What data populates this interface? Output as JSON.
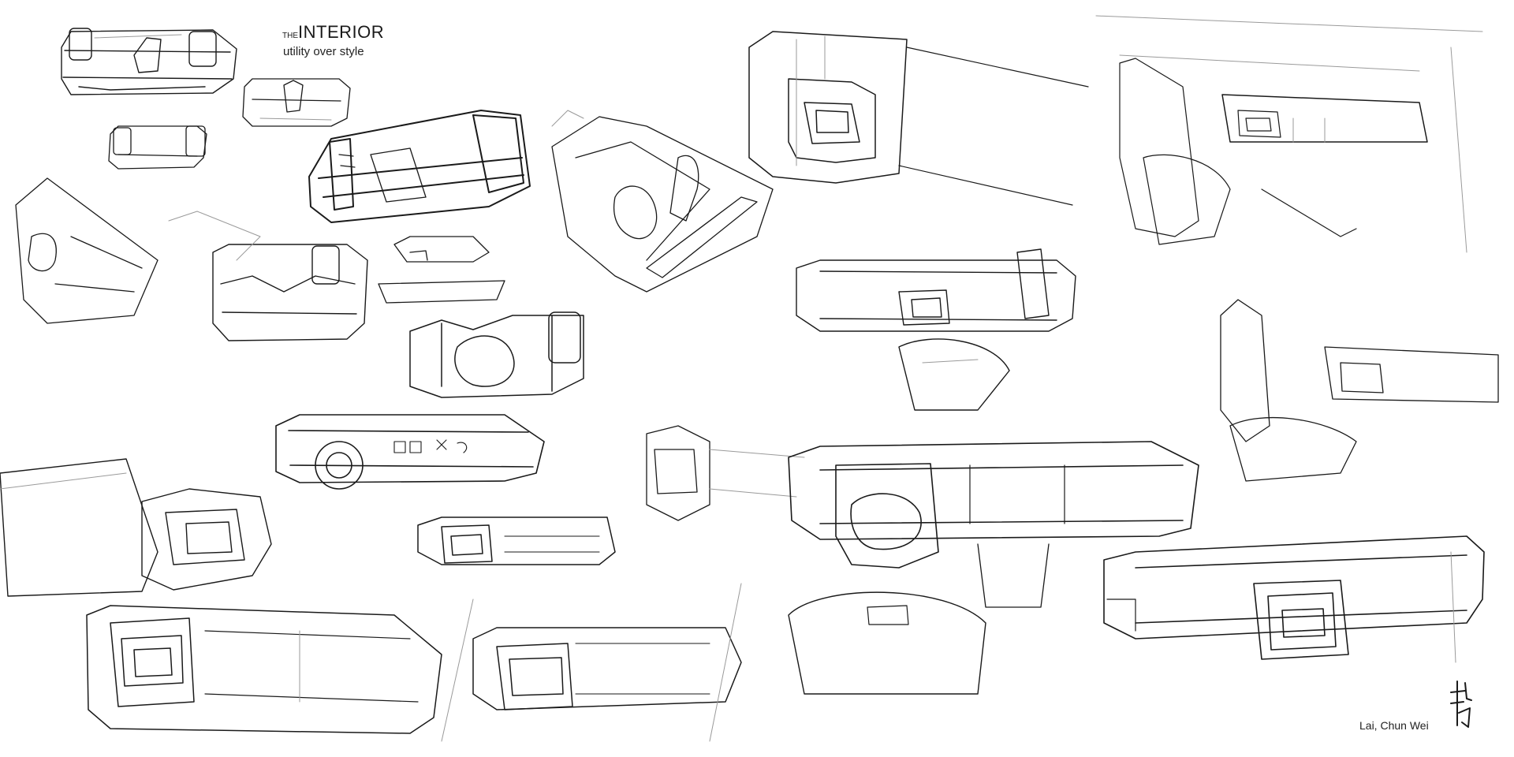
{
  "header": {
    "title_prefix": "THE",
    "title_main": "INTERIOR",
    "subtitle": "utility over style"
  },
  "footer": {
    "author": "Lai, Chun Wei"
  },
  "sheet": {
    "background": "#ffffff",
    "ink": "#1a1a1a",
    "light_ink": "#9a9a9a"
  }
}
